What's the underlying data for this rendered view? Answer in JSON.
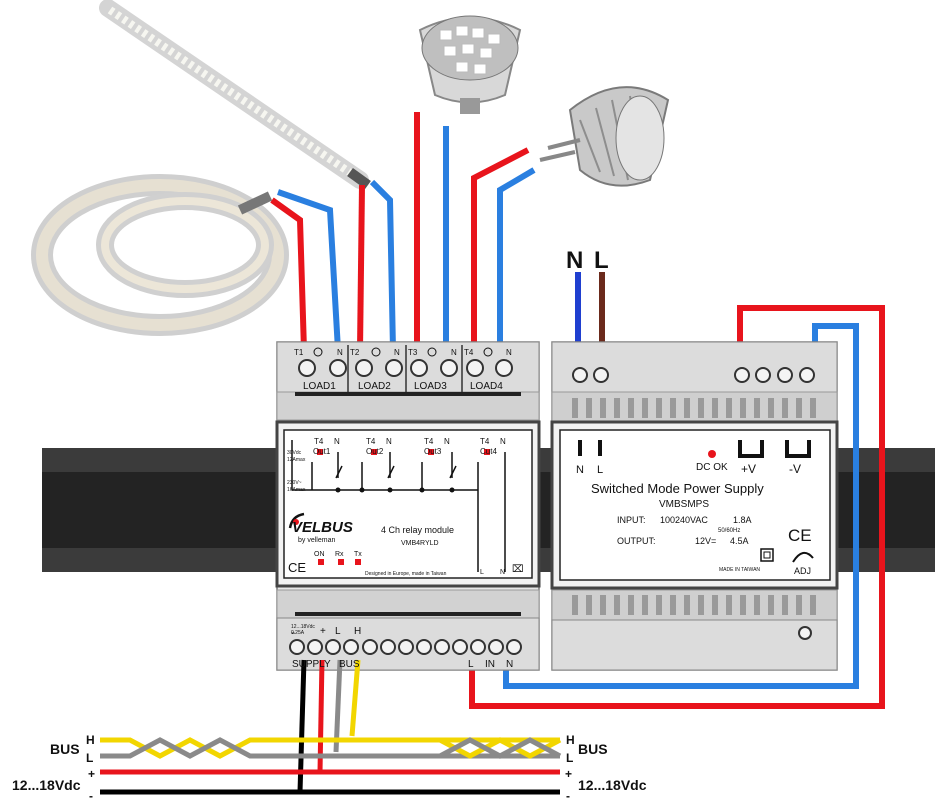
{
  "mains": {
    "n": "N",
    "l": "L"
  },
  "relay": {
    "top_terminals": [
      "T1",
      "N",
      "T2",
      "N",
      "T3",
      "N",
      "T4",
      "N"
    ],
    "loads": [
      "LOAD1",
      "LOAD2",
      "LOAD3",
      "LOAD4"
    ],
    "outputs": [
      {
        "t": "T4",
        "n": "N",
        "out": "Out1"
      },
      {
        "t": "T4",
        "n": "N",
        "out": "Out2"
      },
      {
        "t": "T4",
        "n": "N",
        "out": "Out3"
      },
      {
        "t": "T4",
        "n": "N",
        "out": "Cut4"
      }
    ],
    "rating_top": "30Vdc",
    "rating_top2": "12Amax",
    "rating_bottom": "230V~",
    "rating_bottom2": "16Amax",
    "brand": "VELBUS",
    "brand_sub": "by velleman",
    "name": "4 Ch relay module",
    "model": "VMB4RYLD",
    "leds": [
      "ON",
      "Rx",
      "Tx"
    ],
    "footer_note": "Designed in Europe, made in Taiwan",
    "ln_l": "L",
    "ln_n": "N",
    "supply_rating": "12...18Vdc",
    "supply_rating2": "0.25A",
    "bottom_minus": "-",
    "bottom_plus": "+",
    "bottom_l": "L",
    "bottom_h": "H",
    "bottom_labels": [
      "SUPPLY",
      "BUS",
      "L",
      "IN",
      "N"
    ]
  },
  "psu": {
    "n": "N",
    "l": "L",
    "dc_ok": "DC OK",
    "plus_v": "+V",
    "minus_v": "-V",
    "title": "Switched Mode Power Supply",
    "model": "VMBSMPS",
    "input_label": "INPUT:",
    "input_value": "100240VAC",
    "input_current": "1.8A",
    "input_freq": "50/60Hz",
    "output_label": "OUTPUT:",
    "output_value": "12V=",
    "output_current": "4.5A",
    "made_in": "MADE IN TAIWAN",
    "adj": "ADJ",
    "ce": "CE"
  },
  "bus": {
    "left_label": "BUS",
    "right_label": "BUS",
    "h": "H",
    "l": "L",
    "plus": "+",
    "minus": "-",
    "supply_left": "12...18Vdc",
    "supply_right": "12...18Vdc"
  },
  "colors": {
    "live": "#e8141c",
    "neutral": "#2a7fe0",
    "bus_h": "#f2d600",
    "bus_l": "#8a8a8a",
    "ground": "#000000",
    "mains_l": "#6b2a1c",
    "mains_n": "#1f3fd0",
    "rail": "#3a3a3a"
  }
}
